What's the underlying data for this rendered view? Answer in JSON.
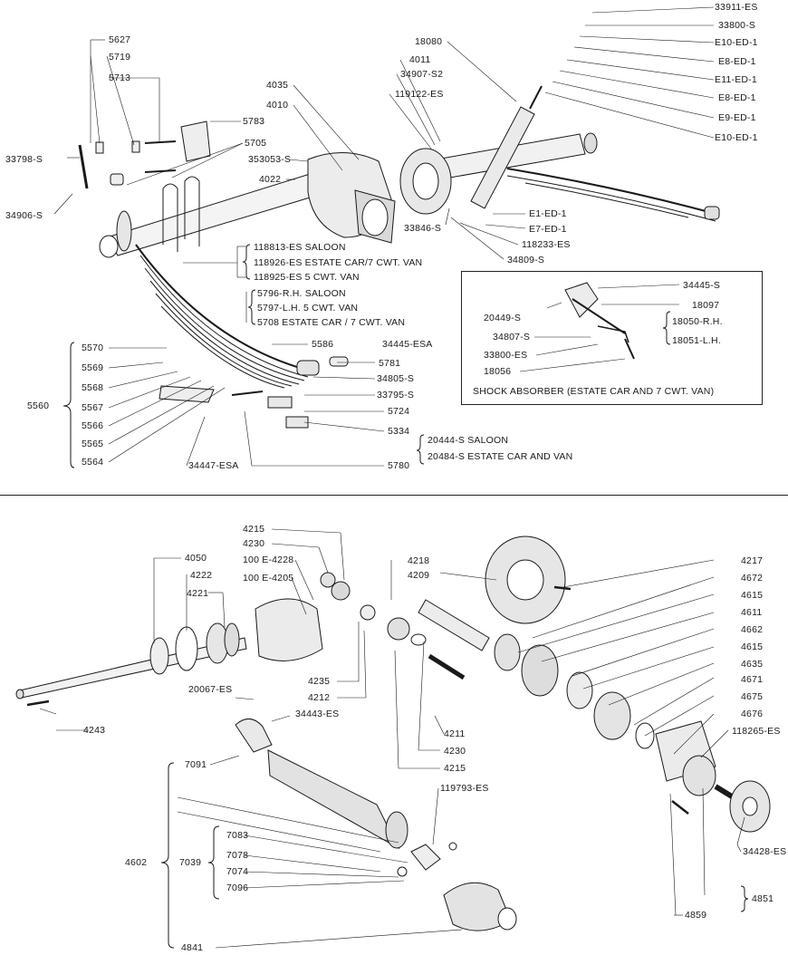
{
  "rear_axle": {
    "labels": {
      "p33911": "33911-ES",
      "p33800": "33800-S",
      "pE10a": "E10-ED-1",
      "pE8a": "E8-ED-1",
      "pE11": "E11-ED-1",
      "pE8b": "E8-ED-1",
      "pE9": "E9-ED-1",
      "pE10b": "E10-ED-1",
      "p18080": "18080",
      "p4011": "4011",
      "p34907": "34907-S2",
      "p119122": "119122-ES",
      "p5627": "5627",
      "p5719": "5719",
      "p5713": "5713",
      "p4035": "4035",
      "p4010": "4010",
      "p5783": "5783",
      "p5705": "5705",
      "p353053": "353053-S",
      "p4022": "4022",
      "p33798": "33798-S",
      "p34906": "34906-S",
      "p33846": "33846-S",
      "pE1": "E1-ED-1",
      "pE7": "E7-ED-1",
      "p118233": "118233-ES",
      "p34809": "34809-S",
      "axle_line1": "118813-ES SALOON",
      "axle_line2": "118926-ES ESTATE CAR/7 CWT. VAN",
      "axle_line3": "118925-ES 5 CWT. VAN",
      "spring_line1": "5796-R.H. SALOON",
      "spring_line2": "5797-L.H. 5 CWT. VAN",
      "spring_line3": "5708 ESTATE CAR / 7 CWT. VAN",
      "p5570": "5570",
      "p5569": "5569",
      "p5568": "5568",
      "p5567": "5567",
      "p5566": "5566",
      "p5565": "5565",
      "p5564": "5564",
      "p5560": "5560",
      "p5586": "5586",
      "p34445esa": "34445-ESA",
      "p5781": "5781",
      "p34805": "34805-S",
      "p33795": "33795-S",
      "p5724": "5724",
      "p5334": "5334",
      "p34447": "34447-ESA",
      "p5780": "5780",
      "bolt_line1": "20444-S SALOON",
      "bolt_line2": "20484-S ESTATE CAR AND VAN"
    },
    "inset": {
      "caption": "SHOCK ABSORBER (ESTATE CAR AND 7 CWT. VAN)",
      "p34445": "34445-S",
      "p18097": "18097",
      "p20449": "20449-S",
      "p34807": "34807-S",
      "p33800es": "33800-ES",
      "p18056": "18056",
      "p18050": "18050-R.H.",
      "p18051": "18051-L.H."
    }
  },
  "differential": {
    "labels": {
      "p4215a": "4215",
      "p4230a": "4230",
      "p100e4228": "100 E-4228",
      "p100e4205": "100 E-4205",
      "p4050": "4050",
      "p4222": "4222",
      "p4221": "4221",
      "p4218": "4218",
      "p4209": "4209",
      "p4217": "4217",
      "p4672": "4672",
      "p4615a": "4615",
      "p4611": "4611",
      "p4662": "4662",
      "p4615b": "4615",
      "p4635": "4635",
      "p4671": "4671",
      "p4675": "4675",
      "p4676": "4676",
      "p118265": "118265-ES",
      "p4235": "4235",
      "p4212": "4212",
      "p20067": "20067-ES",
      "p4243": "4243",
      "p34443": "34443-ES",
      "p4211": "4211",
      "p4230b": "4230",
      "p4215b": "4215",
      "p7091": "7091",
      "p119793": "119793-ES",
      "p7083": "7083",
      "p7078": "7078",
      "p7074": "7074",
      "p7096": "7096",
      "p7039": "7039",
      "p4602": "4602",
      "p4841": "4841",
      "p34428": "34428-ES",
      "p4851": "4851",
      "p4859": "4859"
    }
  }
}
